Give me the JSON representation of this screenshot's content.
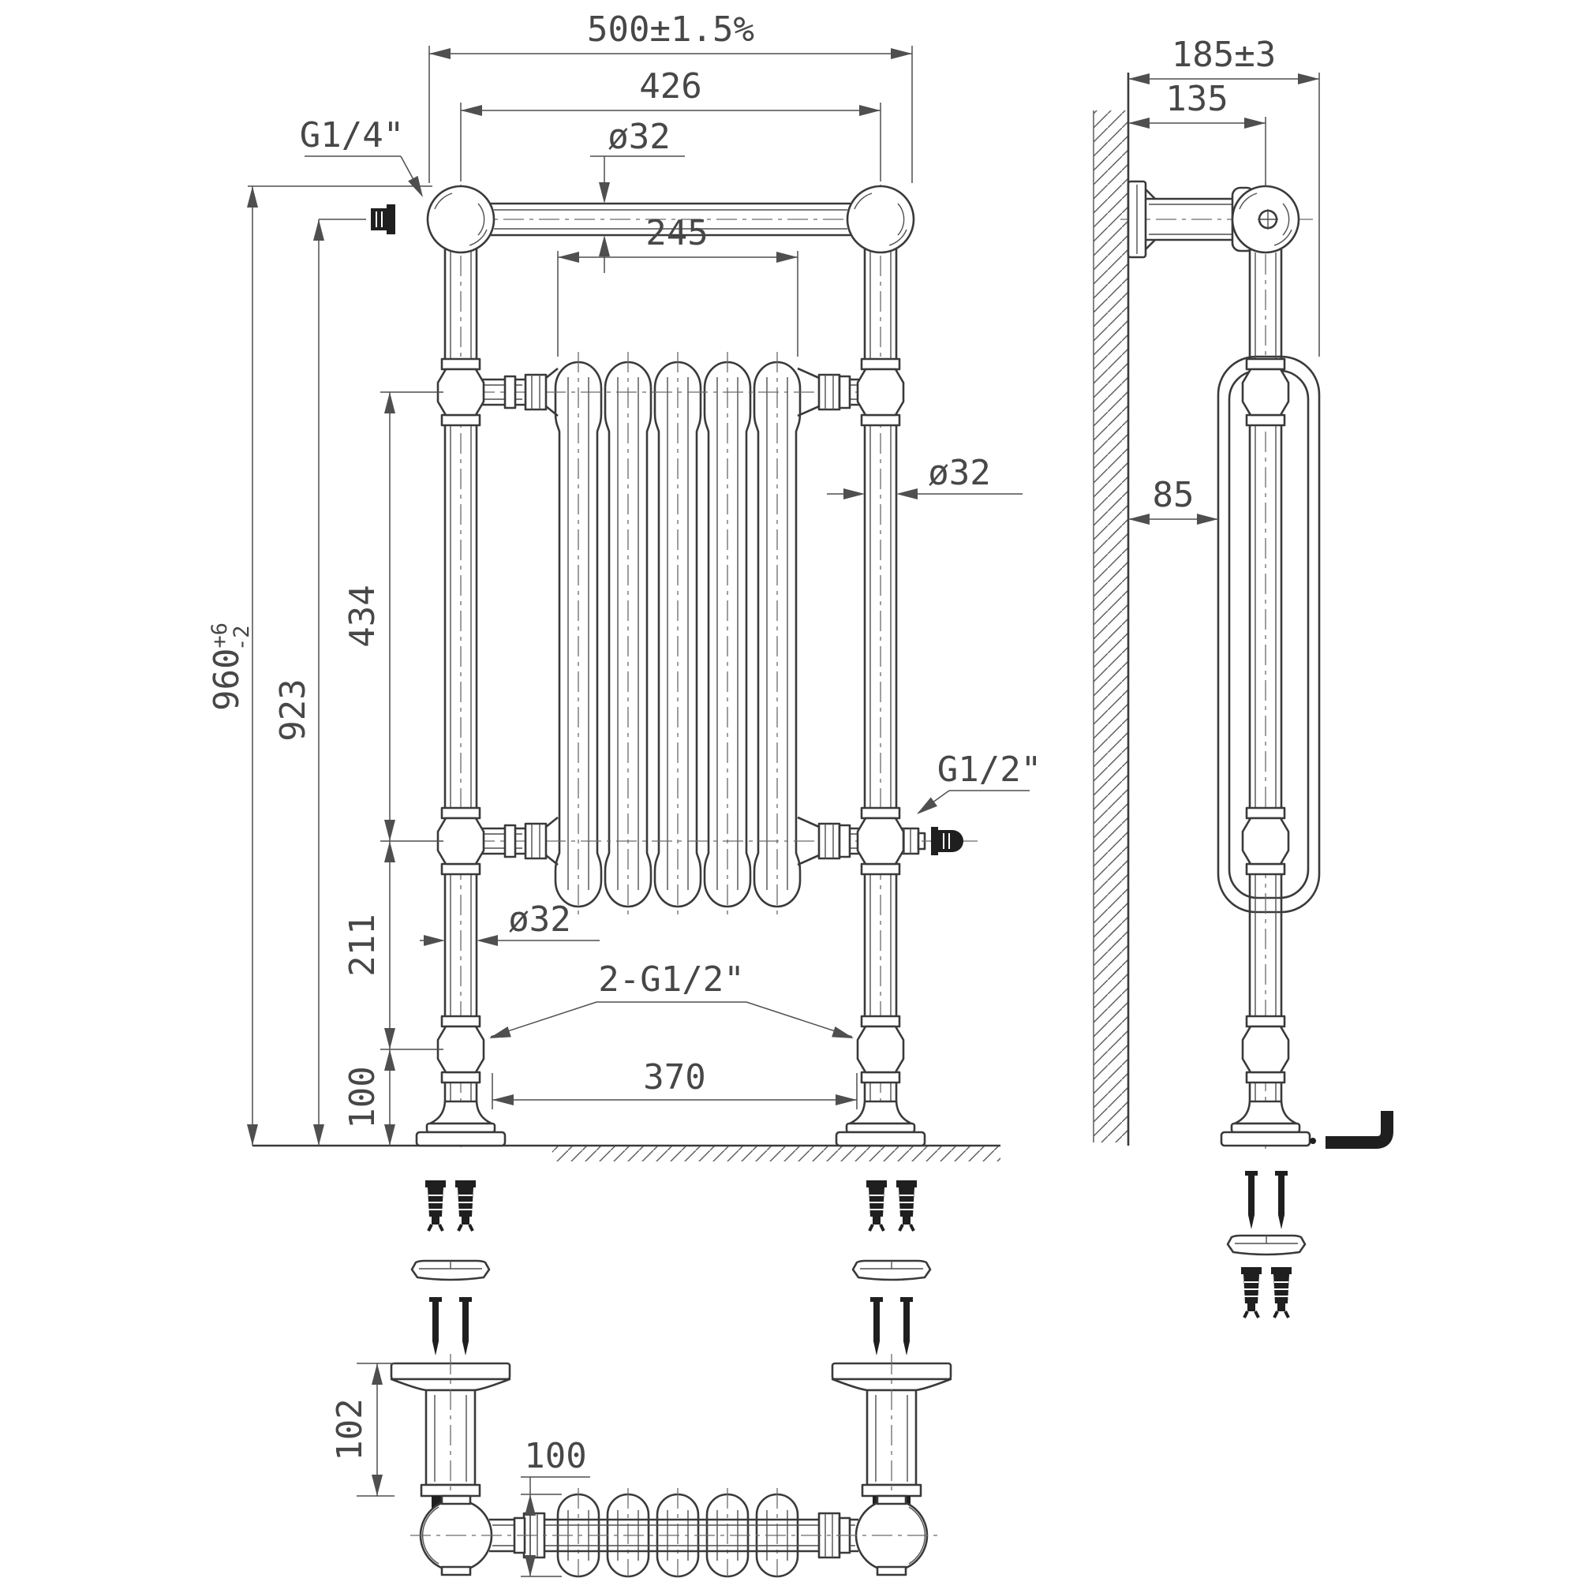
{
  "drawing_type": "dimensioned engineering drawing of a traditional ball-jointed towel radiator (front view, side view on wall, fixing kit and plan view)",
  "front_view": {
    "overall_width": "500±1.5%",
    "rail_centres": "426",
    "towel_bar_diameter": "ø32",
    "radiator_width": "245",
    "overall_height": "960",
    "overall_height_tol_plus": "+6",
    "overall_height_tol_minus": "-2",
    "floor_to_top_rail": "923",
    "rail_to_rail": "434",
    "rail_to_union": "211",
    "union_to_floor": "100",
    "post_diameter": "ø32",
    "post_diameter_lower": "ø32",
    "foot_centres": "370",
    "bottom_connections": "2-G1/2\"",
    "air_vent": "G1/4\"",
    "side_connection": "G1/2\""
  },
  "side_view": {
    "overall_depth": "185±3",
    "wall_to_post": "135",
    "wall_clearance": "85"
  },
  "accessories": {
    "mount_post_height": "102",
    "column_depth": "100"
  },
  "colors": {
    "line": "#3a3a3a",
    "thin": "#4f4f4f",
    "text": "#474747",
    "dark": "#1f1f1f",
    "background": "#ffffff"
  }
}
